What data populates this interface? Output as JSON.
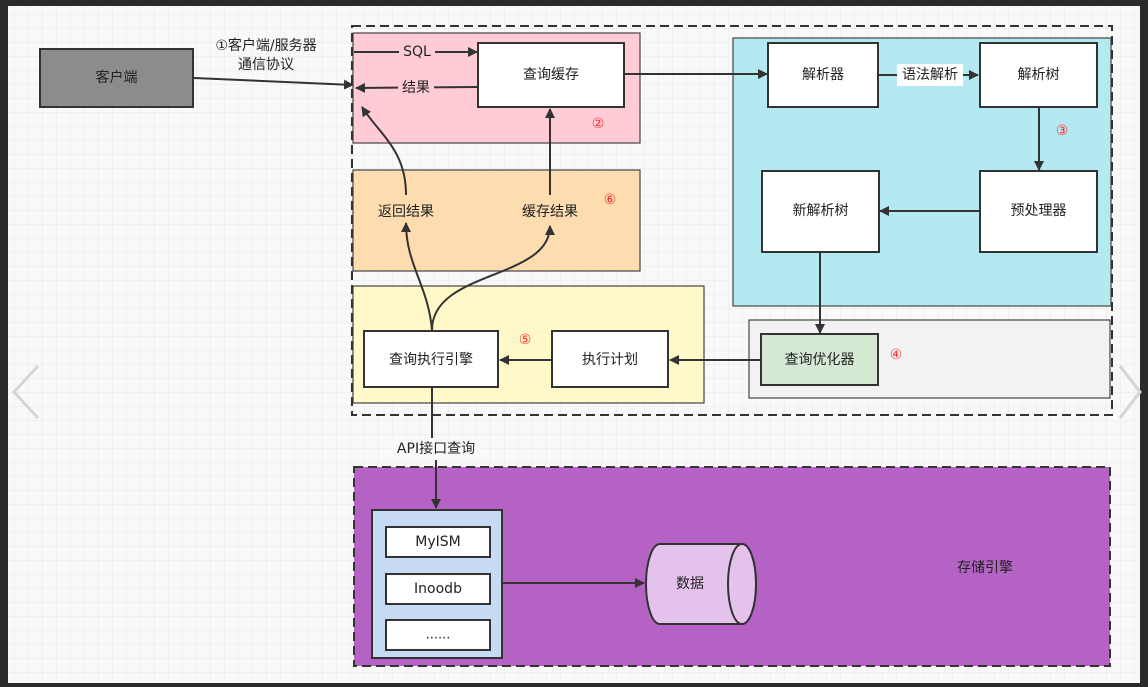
{
  "nodes": {
    "client": "客户端",
    "query_cache": "查询缓存",
    "parser": "解析器",
    "parse_tree": "解析树",
    "preprocessor": "预处理器",
    "new_parse_tree": "新解析树",
    "optimizer": "查询优化器",
    "exec_plan": "执行计划",
    "exec_engine": "查询执行引擎",
    "return_result": "返回结果",
    "cache_result": "缓存结果",
    "myisam": "MyISM",
    "innodb": "Inoodb",
    "more_engines": "......",
    "data_store": "数据",
    "storage_engine": "存储引擎"
  },
  "edges": {
    "protocol_line1": "①客户端/服务器",
    "protocol_line2": "通信协议",
    "sql": "SQL",
    "result": "结果",
    "syntax_parse": "语法解析",
    "api_query": "API接口查询"
  },
  "markers": {
    "m2": "②",
    "m3": "③",
    "m4": "④",
    "m5": "⑤",
    "m6": "⑥"
  },
  "colors": {
    "canvas": "#f9f9f9",
    "client_fill": "#8c8c8c",
    "cache_region": "#ffccd5",
    "parse_region": "#b4e9f1",
    "result_region": "#fddcb0",
    "exec_region": "#fff8c8",
    "optimizer_region": "#f2f2f2",
    "optimizer_fill": "#d5e8d4",
    "storage_region": "#b462c4",
    "engine_list": "#c7dbf5",
    "cylinder": "#e4c2ec",
    "marker_red": "#ff2a2a"
  }
}
